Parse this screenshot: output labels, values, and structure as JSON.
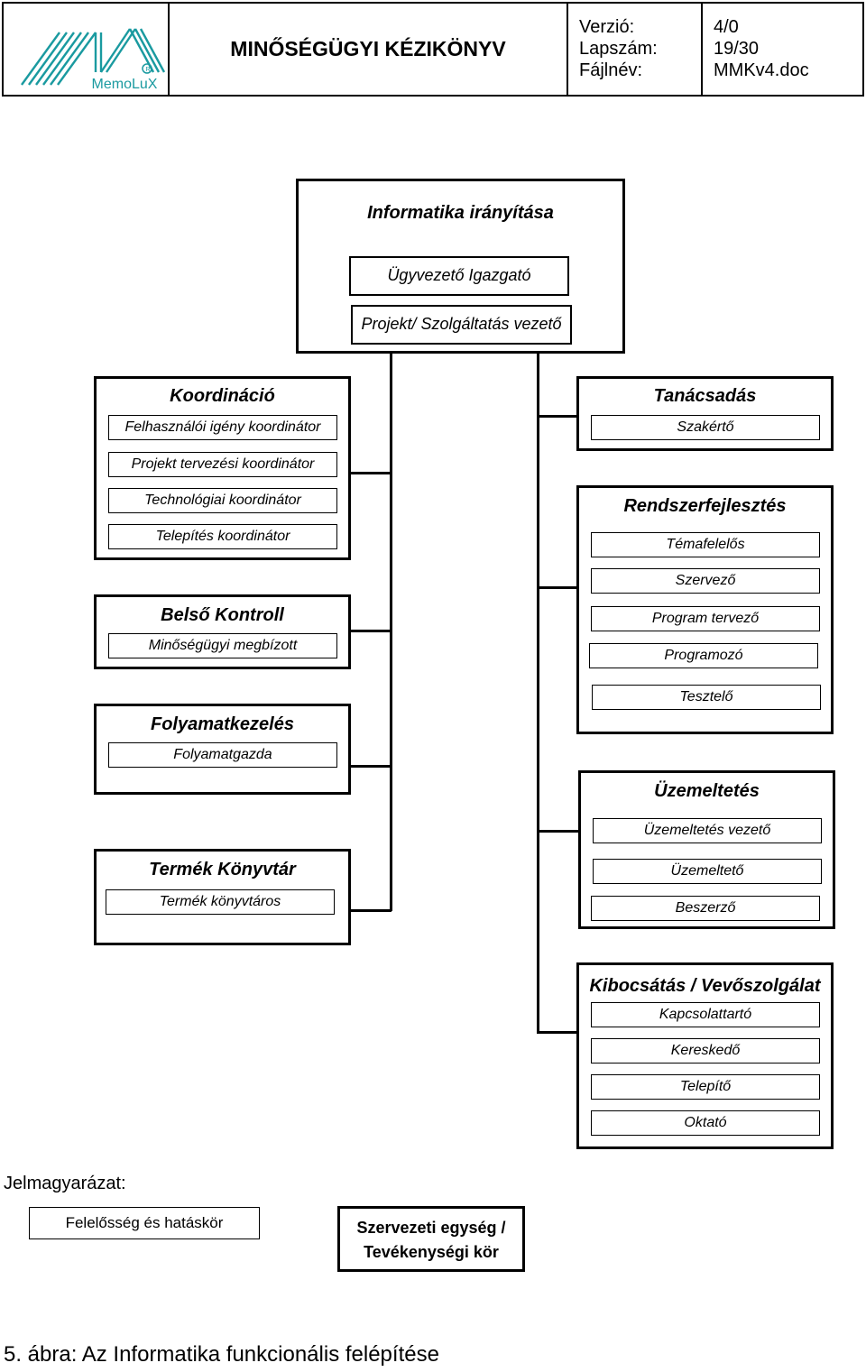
{
  "header": {
    "logo_text": "MemoLuX",
    "title": "MINŐSÉGÜGYI KÉZIKÖNYV",
    "meta_labels": [
      "Verzió:",
      "Lapszám:",
      "Fájlnév:"
    ],
    "meta_values": [
      "4/0",
      "19/30",
      "MMKv4.doc"
    ]
  },
  "top_unit": {
    "title": "Informatika irányítása",
    "roles": [
      "Ügyvezető Igazgató",
      "Projekt/ Szolgáltatás vezető"
    ]
  },
  "left_units": [
    {
      "title": "Koordináció",
      "roles": [
        "Felhasználói igény koordinátor",
        "Projekt tervezési koordinátor",
        "Technológiai koordinátor",
        "Telepítés koordinátor"
      ]
    },
    {
      "title": "Belső Kontroll",
      "roles": [
        "Minőségügyi megbízott"
      ]
    },
    {
      "title": "Folyamatkezelés",
      "roles": [
        "Folyamatgazda"
      ]
    },
    {
      "title": "Termék Könyvtár",
      "roles": [
        "Termék könyvtáros"
      ]
    }
  ],
  "right_units": [
    {
      "title": "Tanácsadás",
      "roles": [
        "Szakértő"
      ]
    },
    {
      "title": "Rendszerfejlesztés",
      "roles": [
        "Témafelelős",
        "Szervező",
        "Program tervező",
        "Programozó",
        "Tesztelő"
      ]
    },
    {
      "title": "Üzemeltetés",
      "roles": [
        "Üzemeltetés vezető",
        "Üzemeltető",
        "Beszerző"
      ]
    },
    {
      "title": "Kibocsátás / Vevőszolgálat",
      "roles": [
        "Kapcsolattartó",
        "Kereskedő",
        "Telepítő",
        "Oktató"
      ]
    }
  ],
  "legend": {
    "label": "Jelmagyarázat:",
    "responsibility": "Felelősség és hatáskör",
    "unit_line1": "Szervezeti egység /",
    "unit_line2": "Tevékenységi kör"
  },
  "caption": "5. ábra: Az Informatika funkcionális felépítése"
}
